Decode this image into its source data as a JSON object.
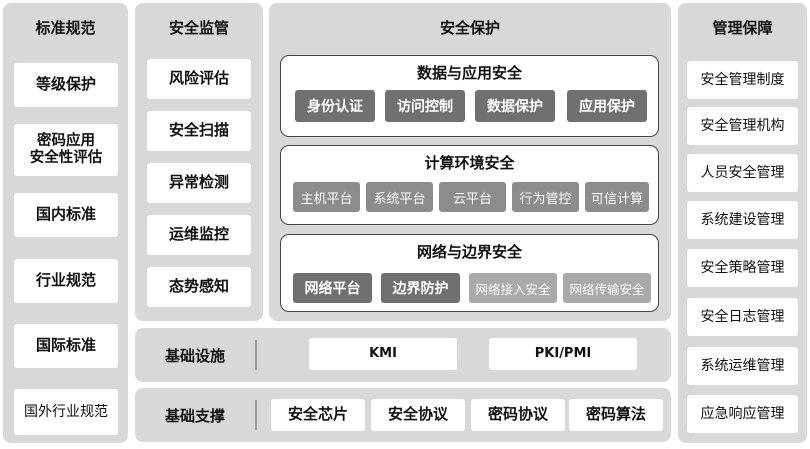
{
  "columns": {
    "standards": {
      "title": "标准规范",
      "items": [
        "等级保护",
        "密码应用\n安全性评估",
        "国内标准",
        "行业规范",
        "国际标准",
        "国外行业规范"
      ]
    },
    "monitoring": {
      "title": "安全监管",
      "items": [
        "风险评估",
        "安全扫描",
        "异常检测",
        "运维监控",
        "态势感知"
      ]
    },
    "protection": {
      "title": "安全保护",
      "groups": [
        {
          "title": "数据与应用安全",
          "items": [
            "身份认证",
            "访问控制",
            "数据保护",
            "应用保护"
          ]
        },
        {
          "title": "计算环境安全",
          "items": [
            "主机平台",
            "系统平台",
            "云平台",
            "行为管控",
            "可信计算"
          ]
        },
        {
          "title": "网络与边界安全",
          "items": [
            "网络平台",
            "边界防护",
            "网络接入安全",
            "网络传输安全"
          ]
        }
      ]
    },
    "management": {
      "title": "管理保障",
      "items": [
        "安全管理制度",
        "安全管理机构",
        "人员安全管理",
        "系统建设管理",
        "安全策略管理",
        "安全日志管理",
        "系统运维管理",
        "应急响应管理"
      ]
    }
  },
  "infrastructure": {
    "label": "基础设施",
    "items": [
      "KMI",
      "PKI/PMI"
    ]
  },
  "support": {
    "label": "基础支撑",
    "items": [
      "安全芯片",
      "安全协议",
      "密码协议",
      "密码算法"
    ]
  }
}
